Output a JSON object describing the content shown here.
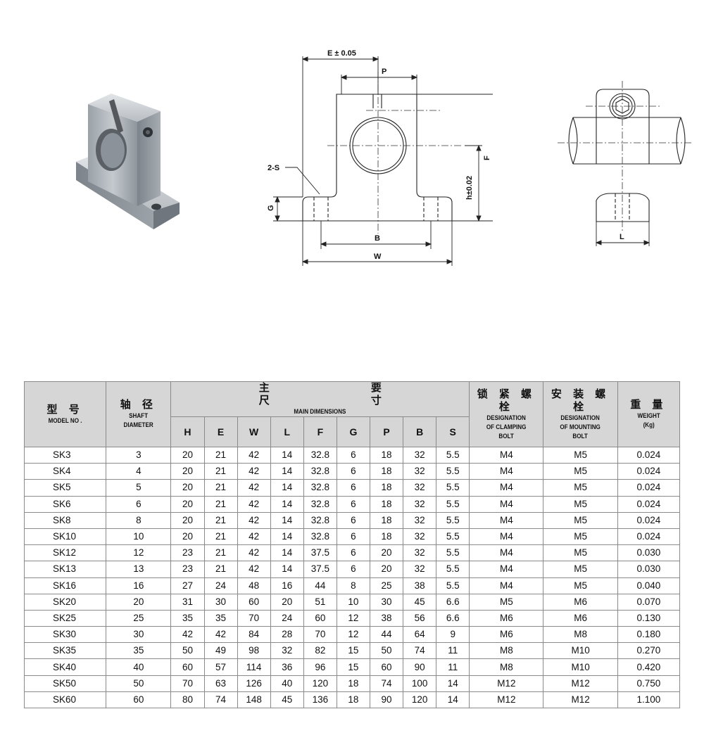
{
  "diagram": {
    "front_labels": {
      "e": "E ± 0.05",
      "p": "P",
      "f": "F",
      "h": "h±0.02",
      "s": "2-S",
      "g": "G",
      "b": "B",
      "w": "W"
    },
    "side_labels": {
      "l": "L"
    }
  },
  "table": {
    "headers": {
      "model_zh": "型 号",
      "model_en": "MODEL NO .",
      "shaft_zh": "轴 径",
      "shaft_en1": "SHAFT",
      "shaft_en2": "DIAMETER",
      "main_zh": "主 要 尺 寸",
      "main_en": "MAIN DIMENSIONS",
      "clamp_zh": "锁 紧 螺 栓",
      "clamp_en1": "DESIGNATION",
      "clamp_en2": "OF CLAMPING",
      "clamp_en3": "BOLT",
      "mount_zh": "安 装 螺 栓",
      "mount_en1": "DESIGNATION",
      "mount_en2": "OF MOUNTING",
      "mount_en3": "BOLT",
      "weight_zh": "重 量",
      "weight_en1": "WEIGHT",
      "weight_en2": "(Kg)"
    },
    "dim_columns": [
      "H",
      "E",
      "W",
      "L",
      "F",
      "G",
      "P",
      "B",
      "S"
    ],
    "rows": [
      [
        "SK3",
        "3",
        "20",
        "21",
        "42",
        "14",
        "32.8",
        "6",
        "18",
        "32",
        "5.5",
        "M4",
        "M5",
        "0.024"
      ],
      [
        "SK4",
        "4",
        "20",
        "21",
        "42",
        "14",
        "32.8",
        "6",
        "18",
        "32",
        "5.5",
        "M4",
        "M5",
        "0.024"
      ],
      [
        "SK5",
        "5",
        "20",
        "21",
        "42",
        "14",
        "32.8",
        "6",
        "18",
        "32",
        "5.5",
        "M4",
        "M5",
        "0.024"
      ],
      [
        "SK6",
        "6",
        "20",
        "21",
        "42",
        "14",
        "32.8",
        "6",
        "18",
        "32",
        "5.5",
        "M4",
        "M5",
        "0.024"
      ],
      [
        "SK8",
        "8",
        "20",
        "21",
        "42",
        "14",
        "32.8",
        "6",
        "18",
        "32",
        "5.5",
        "M4",
        "M5",
        "0.024"
      ],
      [
        "SK10",
        "10",
        "20",
        "21",
        "42",
        "14",
        "32.8",
        "6",
        "18",
        "32",
        "5.5",
        "M4",
        "M5",
        "0.024"
      ],
      [
        "SK12",
        "12",
        "23",
        "21",
        "42",
        "14",
        "37.5",
        "6",
        "20",
        "32",
        "5.5",
        "M4",
        "M5",
        "0.030"
      ],
      [
        "SK13",
        "13",
        "23",
        "21",
        "42",
        "14",
        "37.5",
        "6",
        "20",
        "32",
        "5.5",
        "M4",
        "M5",
        "0.030"
      ],
      [
        "SK16",
        "16",
        "27",
        "24",
        "48",
        "16",
        "44",
        "8",
        "25",
        "38",
        "5.5",
        "M4",
        "M5",
        "0.040"
      ],
      [
        "SK20",
        "20",
        "31",
        "30",
        "60",
        "20",
        "51",
        "10",
        "30",
        "45",
        "6.6",
        "M5",
        "M6",
        "0.070"
      ],
      [
        "SK25",
        "25",
        "35",
        "35",
        "70",
        "24",
        "60",
        "12",
        "38",
        "56",
        "6.6",
        "M6",
        "M6",
        "0.130"
      ],
      [
        "SK30",
        "30",
        "42",
        "42",
        "84",
        "28",
        "70",
        "12",
        "44",
        "64",
        "9",
        "M6",
        "M8",
        "0.180"
      ],
      [
        "SK35",
        "35",
        "50",
        "49",
        "98",
        "32",
        "82",
        "15",
        "50",
        "74",
        "11",
        "M8",
        "M10",
        "0.270"
      ],
      [
        "SK40",
        "40",
        "60",
        "57",
        "114",
        "36",
        "96",
        "15",
        "60",
        "90",
        "11",
        "M8",
        "M10",
        "0.420"
      ],
      [
        "SK50",
        "50",
        "70",
        "63",
        "126",
        "40",
        "120",
        "18",
        "74",
        "100",
        "14",
        "M12",
        "M12",
        "0.750"
      ],
      [
        "SK60",
        "60",
        "80",
        "74",
        "148",
        "45",
        "136",
        "18",
        "90",
        "120",
        "14",
        "M12",
        "M12",
        "1.100"
      ]
    ]
  }
}
